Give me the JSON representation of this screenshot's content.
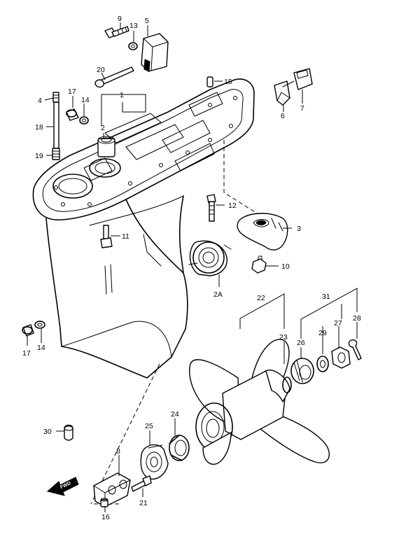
{
  "diagram": {
    "fwd_label": "FWD",
    "callouts": {
      "p1": "1",
      "p2": "2",
      "p2a": "2A",
      "p3": "3",
      "p4": "4",
      "p5": "5",
      "p6": "6",
      "p7": "7",
      "p8": "8",
      "p9": "9",
      "p10": "10",
      "p11": "11",
      "p12": "12",
      "p13": "13",
      "p14a": "14",
      "p14b": "14",
      "p15": "15",
      "p16": "16",
      "p17a": "17",
      "p17b": "17",
      "p18": "18",
      "p19": "19",
      "p20": "20",
      "p21": "21",
      "p22": "22",
      "p23": "23",
      "p24": "24",
      "p25": "25",
      "p26": "26",
      "p27": "27",
      "p28": "28",
      "p29": "29",
      "p30": "30",
      "p31": "31"
    }
  }
}
